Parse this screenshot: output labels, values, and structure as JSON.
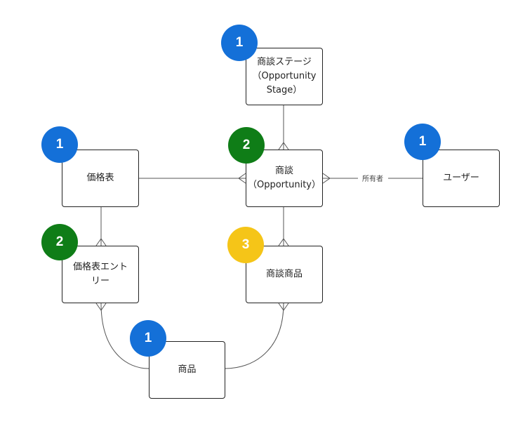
{
  "colors": {
    "badge_blue": "#1470d8",
    "badge_green": "#0f7d17",
    "badge_yellow": "#f5c518",
    "line": "#555555"
  },
  "entities": {
    "opportunity_stage": {
      "label": "商談ステージ\n（Opportunity\nStage）",
      "badge": "1"
    },
    "price_book": {
      "label": "価格表",
      "badge": "1"
    },
    "opportunity": {
      "label": "商談\n（Opportunity）",
      "badge": "2"
    },
    "user": {
      "label": "ユーザー",
      "badge": "1"
    },
    "price_book_entry": {
      "label": "価格表エント\nリー",
      "badge": "2"
    },
    "opportunity_product": {
      "label": "商談商品",
      "badge": "3"
    },
    "product": {
      "label": "商品",
      "badge": "1"
    }
  },
  "relationships": {
    "owner_label": "所有者"
  }
}
